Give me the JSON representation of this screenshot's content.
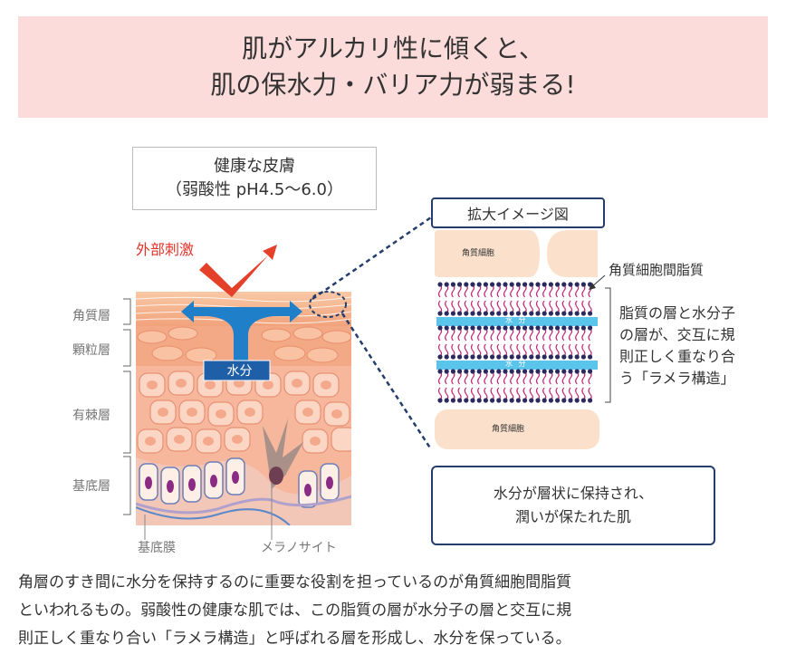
{
  "title_lines": [
    "肌がアルカリ性に傾くと、",
    "肌の保水力・バリア力が弱まる!"
  ],
  "healthy_box": {
    "line1": "健康な皮膚",
    "line2": "（弱酸性 pH4.5〜6.0）"
  },
  "external_stimulus": "外部刺激",
  "water_label": "水分",
  "layer_labels": {
    "stratum_corneum": "角質層",
    "granular": "顆粒層",
    "spinous": "有棘層",
    "basal": "基底層"
  },
  "bottom_labels": {
    "basement_membrane": "基底膜",
    "melanocyte": "メラノサイト"
  },
  "zoom": {
    "title": "拡大イメージ図",
    "cell_label": "角質細胞",
    "intercellular_lipid": "角質細胞間脂質",
    "water_band": "水 分",
    "lamellar_desc": [
      "脂質の層と水分子",
      "の層が、交互に規",
      "則正しく重なり合",
      "う「ラメラ構造」"
    ]
  },
  "result_box": [
    "水分が層状に保持され、",
    "潤いが保たれた肌"
  ],
  "caption_lines": [
    "角層のすき間に水分を保持するのに重要な役割を担っているのが角質細胞間脂質",
    "といわれるもの。弱酸性の健康な肌では、この脂質の層が水分子の層と交互に規",
    "則正しく重なり合い「ラメラ構造」と呼ばれる層を形成し、水分を保っている。"
  ],
  "colors": {
    "banner": "#fcdcda",
    "arrow_red": "#e5402a",
    "water_blue": "#1f7fc8",
    "navy": "#243d6b",
    "skin": "#f5b49a",
    "cell": "#fbe1cc",
    "nucleus": "#8a2b84",
    "lipid_head": "#2a2a5e",
    "lipid_tail": "#c0287a",
    "water_band": "#5bc4ea"
  }
}
